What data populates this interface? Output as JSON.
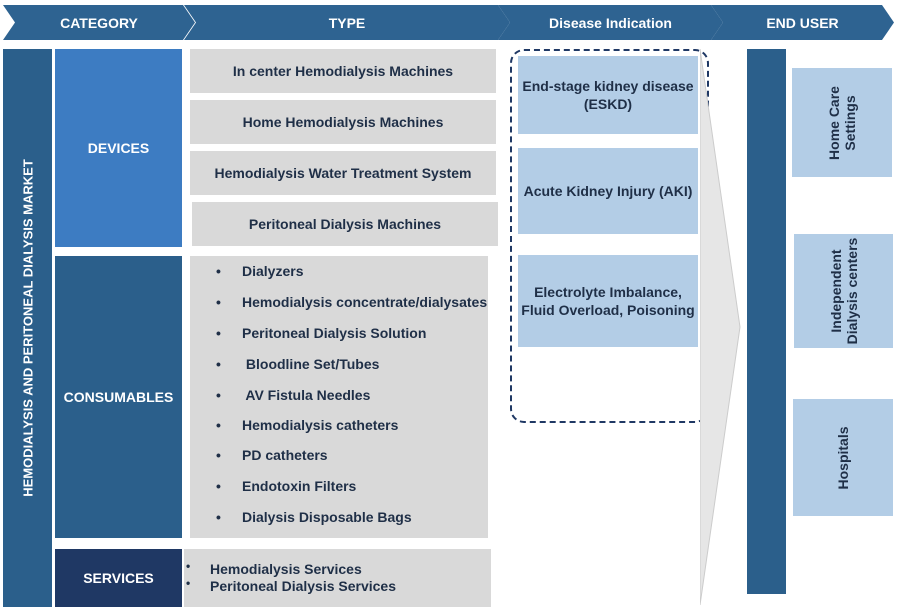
{
  "header": {
    "category": "CATEGORY",
    "type": "TYPE",
    "disease": "Disease Indication",
    "end_user": "END USER"
  },
  "market_label": "HEMODIALYSIS AND PERITONEAL DIALYSIS MARKET",
  "categories": {
    "devices": "DEVICES",
    "consumables": "CONSUMABLES",
    "services": "SERVICES"
  },
  "device_types": [
    "In center Hemodialysis Machines",
    "Home Hemodialysis Machines",
    "Hemodialysis Water Treatment System",
    "Peritoneal Dialysis Machines"
  ],
  "bullet": "•",
  "consumables": [
    "Dialyzers",
    "Hemodialysis concentrate/dialysates",
    "Peritoneal Dialysis Solution",
    " Bloodline Set/Tubes",
    " AV Fistula Needles",
    "Hemodialysis catheters",
    "PD catheters",
    "Endotoxin Filters",
    "Dialysis Disposable Bags"
  ],
  "services": [
    "Hemodialysis Services",
    "Peritoneal Dialysis Services"
  ],
  "diseases": [
    {
      "line1": "End-stage kidney disease",
      "line2": "(ESKD)"
    },
    {
      "line1": "Acute Kidney Injury (AKI)",
      "line2": ""
    },
    {
      "line1": "Electrolyte Imbalance,",
      "line2": "Fluid Overload, Poisoning"
    }
  ],
  "end_users": [
    {
      "line1": "Home Care",
      "line2": "Settings"
    },
    {
      "line1": "Independent",
      "line2": "Dialysis centers"
    },
    {
      "line1": "Hospitals",
      "line2": ""
    }
  ],
  "colors": {
    "header_blue": "#2e6391",
    "devices_blue": "#3d7cc2",
    "dark_blue": "#2b5f8b",
    "navy": "#1f3864",
    "grey": "#d9d9d9",
    "light_blue": "#b3cde6"
  }
}
